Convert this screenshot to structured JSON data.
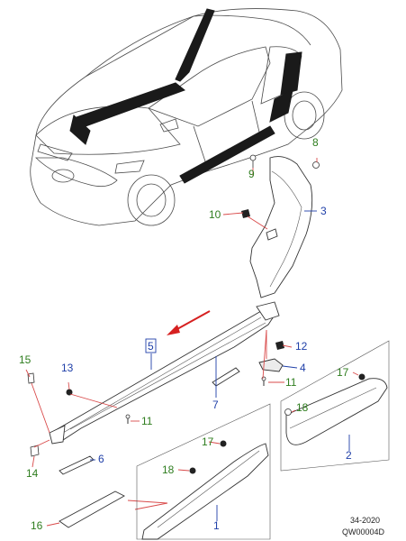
{
  "callouts": {
    "c1": "1",
    "c2": "2",
    "c3": "3",
    "c4": "4",
    "c5": "5",
    "c6": "6",
    "c7": "7",
    "c8": "8",
    "c9": "9",
    "c10": "10",
    "c11a": "11",
    "c11b": "11",
    "c12": "12",
    "c13": "13",
    "c14": "14",
    "c15": "15",
    "c16": "16",
    "c17a": "17",
    "c17b": "17",
    "c18a": "18",
    "c18b": "18"
  },
  "colors": {
    "blue": "#1f3fa8",
    "green": "#2e7d1e",
    "leader": "#d94a4a",
    "arrow": "#d62020"
  },
  "footer": {
    "year": "34-2020",
    "code": "QW00004D"
  }
}
